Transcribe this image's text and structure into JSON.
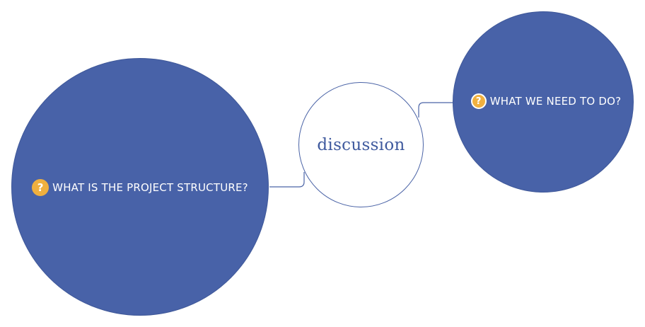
{
  "diagram": {
    "central_topic": "discussion",
    "topics": [
      {
        "label": "WHAT IS THE PROJECT STRUCTURE?",
        "icon": "question-icon"
      },
      {
        "label": "WHAT WE NEED TO DO?",
        "icon": "question-icon"
      }
    ],
    "colors": {
      "topic_fill": "#4862a8",
      "central_border": "#4a63a6",
      "icon_fill": "#f0b03f"
    },
    "icon_glyph": "?"
  }
}
